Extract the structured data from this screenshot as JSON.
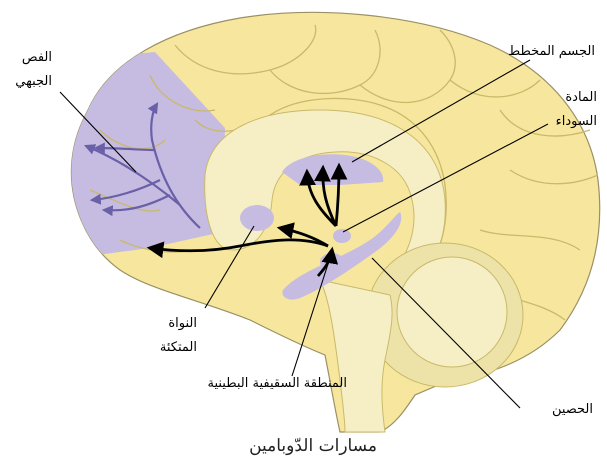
{
  "caption": "مسارات الدّوبامين",
  "labels": {
    "frontal_line1": "الفص",
    "frontal_line2": "الجبهي",
    "striatum": "الجسم المخطط",
    "substantia_line1": "المادة",
    "substantia_line2": "السوداء",
    "accumbens_line1": "النواة",
    "accumbens_line2": "المتكئة",
    "vta": "المنطقة السقيفية البطينية",
    "hippocampus": "الحصين"
  },
  "colors": {
    "brain_fill": "#f7e79e",
    "brain_outline": "#9a9063",
    "inner_region": "#f6efc6",
    "dopamine_region": "#c6bbe1",
    "cerebellum": "#ede3a8",
    "pathway": "#000000",
    "frontal_arrows": "#6a60a8"
  }
}
